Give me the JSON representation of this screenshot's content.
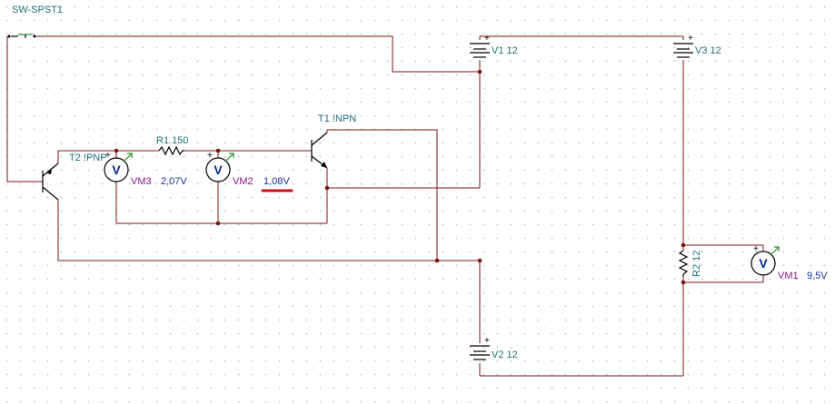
{
  "switch": {
    "label": "SW-SPST1"
  },
  "sources": {
    "v1": {
      "label": "V1 12"
    },
    "v2": {
      "label": "V2 12"
    },
    "v3": {
      "label": "V3 12"
    }
  },
  "transistors": {
    "t1": {
      "label": "T1 !NPN"
    },
    "t2": {
      "label": "T2 !PNP"
    }
  },
  "resistors": {
    "r1": {
      "label": "R1 150"
    },
    "r2": {
      "label": "R2 12"
    }
  },
  "voltmeters": {
    "vm1": {
      "name": "VM1",
      "reading": "9,5V",
      "symbol": "V"
    },
    "vm2": {
      "name": "VM2",
      "reading": "1,08V",
      "symbol": "V"
    },
    "vm3": {
      "name": "VM3",
      "reading": "2,07V",
      "symbol": "V"
    }
  },
  "colors": {
    "wire": "#7a1414",
    "label": "#1f6f7a",
    "meter_name": "#8a1a8a",
    "reading": "#1a2fa0",
    "highlight": "#cc1111",
    "meter_arrow": "#2e8b2e"
  }
}
